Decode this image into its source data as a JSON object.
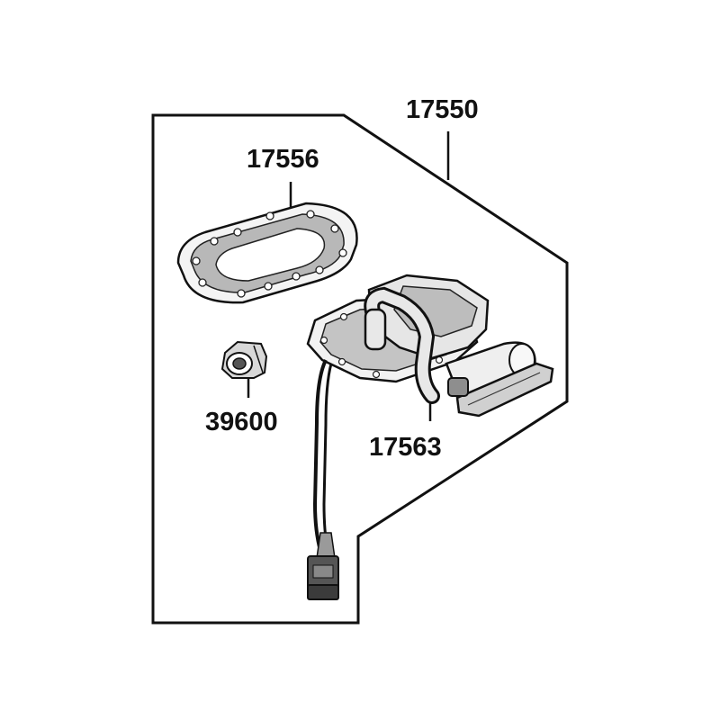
{
  "diagram": {
    "part_labels": {
      "assembly": "17550",
      "gasket": "17556",
      "sensor": "39600",
      "hose": "17563"
    },
    "colors": {
      "line": "#111111",
      "shade": "#9a9a9a",
      "fill": "#ffffff"
    }
  }
}
